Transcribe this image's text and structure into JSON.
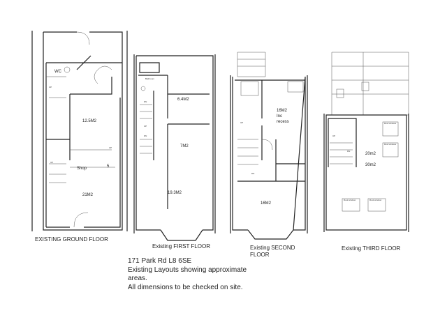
{
  "ground": {
    "caption": "EXISTING GROUND FLOOR",
    "rooms": {
      "wc": "WC",
      "back": "12.5M2",
      "shop": "Shop",
      "front": "21M2"
    },
    "marks": {
      "up1": "UP",
      "up2": "UP",
      "up3": "UP",
      "step": "5"
    }
  },
  "first": {
    "caption": "Existing FIRST FLOOR",
    "rooms": {
      "bathroom": "Bathroom",
      "rear": "6.4M2",
      "middle": "7M2",
      "front": "19.3M2"
    },
    "marks": {
      "dn1": "DN",
      "dn2": "DN",
      "up": "UP"
    }
  },
  "second": {
    "caption_line1": "Existing SECOND",
    "caption_line2": "FLOOR",
    "rooms": {
      "rear_area": "16M2",
      "rear_note1": "Inc",
      "rear_note2": "recess",
      "front": "16M2"
    },
    "marks": {
      "up": "UP",
      "dn": "DN"
    }
  },
  "third": {
    "caption": "Existing THIRD FLOOR",
    "rooms": {
      "area1": "20m2",
      "area2": "30m2"
    },
    "marks": {
      "up": "UP",
      "dn": "DN"
    },
    "roof_window": "Roof window"
  },
  "notes": [
    "171 Park Rd L8 6SE",
    "Existing Layouts showing approximate",
    "areas.",
    "All dimensions to be checked on site."
  ]
}
